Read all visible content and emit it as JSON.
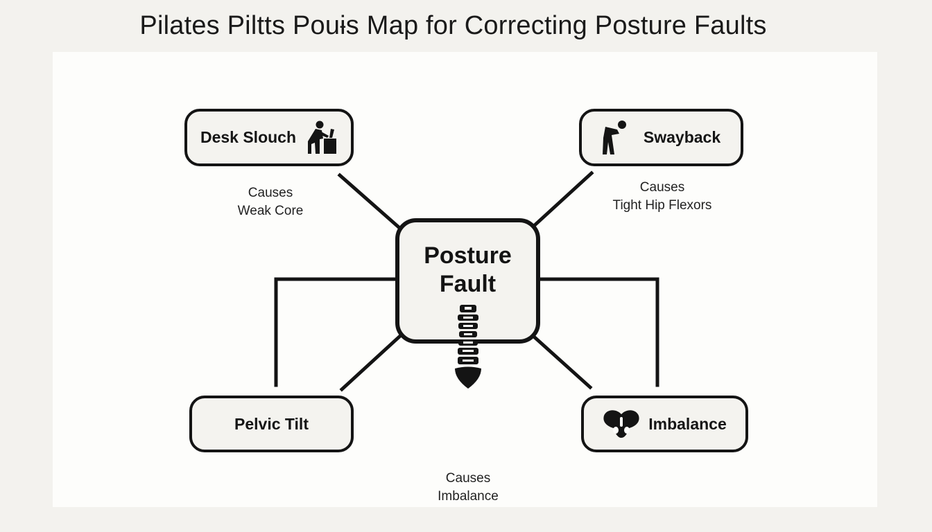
{
  "title": "Pilates Piltts Pouɨs Map for Correcting Posture Faults",
  "center": {
    "line1": "Posture",
    "line2": "Fault",
    "icon": "spine-icon"
  },
  "nodes": {
    "desk_slouch": {
      "label": "Desk Slouch",
      "icon": "person-at-desk-icon"
    },
    "swayback": {
      "label": "Swayback",
      "icon": "bent-person-icon"
    },
    "pelvic_tilt": {
      "label": "Pelvic Tilt"
    },
    "imbalance": {
      "label": "Imbalance",
      "icon": "pelvis-icon"
    }
  },
  "captions": {
    "weak_core": {
      "line1": "Causes",
      "line2": "Weak Core"
    },
    "tight_hip": {
      "line1": "Causes",
      "line2": "Tight Hip Flexors"
    },
    "imbalance": {
      "line1": "Causes",
      "line2": "Imbalance"
    }
  },
  "colors": {
    "stroke": "#141414",
    "node_fill": "#f4f3ef",
    "background": "#f3f2ee",
    "canvas": "#fdfdfb"
  }
}
